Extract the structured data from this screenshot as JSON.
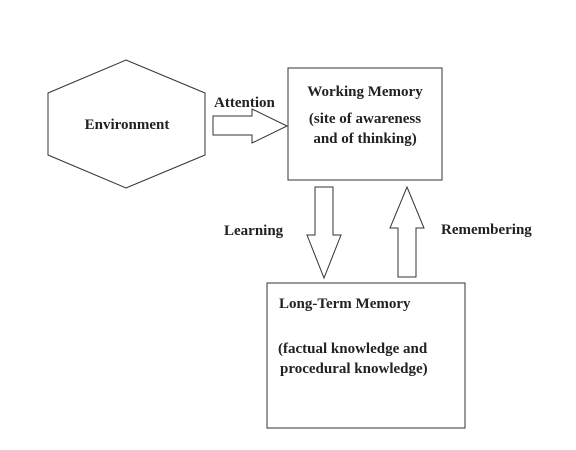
{
  "nodes": {
    "environment": {
      "label": "Environment"
    },
    "working_memory": {
      "title": "Working Memory",
      "detail_line1": "(site of awareness",
      "detail_line2": "and of thinking)"
    },
    "long_term_memory": {
      "title": "Long-Term Memory",
      "detail_line1": "(factual knowledge and",
      "detail_line2": "procedural knowledge)"
    }
  },
  "edges": {
    "attention": {
      "label": "Attention",
      "from": "Environment",
      "to": "Working Memory"
    },
    "learning": {
      "label": "Learning",
      "from": "Working Memory",
      "to": "Long-Term Memory"
    },
    "remembering": {
      "label": "Remembering",
      "from": "Long-Term Memory",
      "to": "Working Memory"
    }
  }
}
